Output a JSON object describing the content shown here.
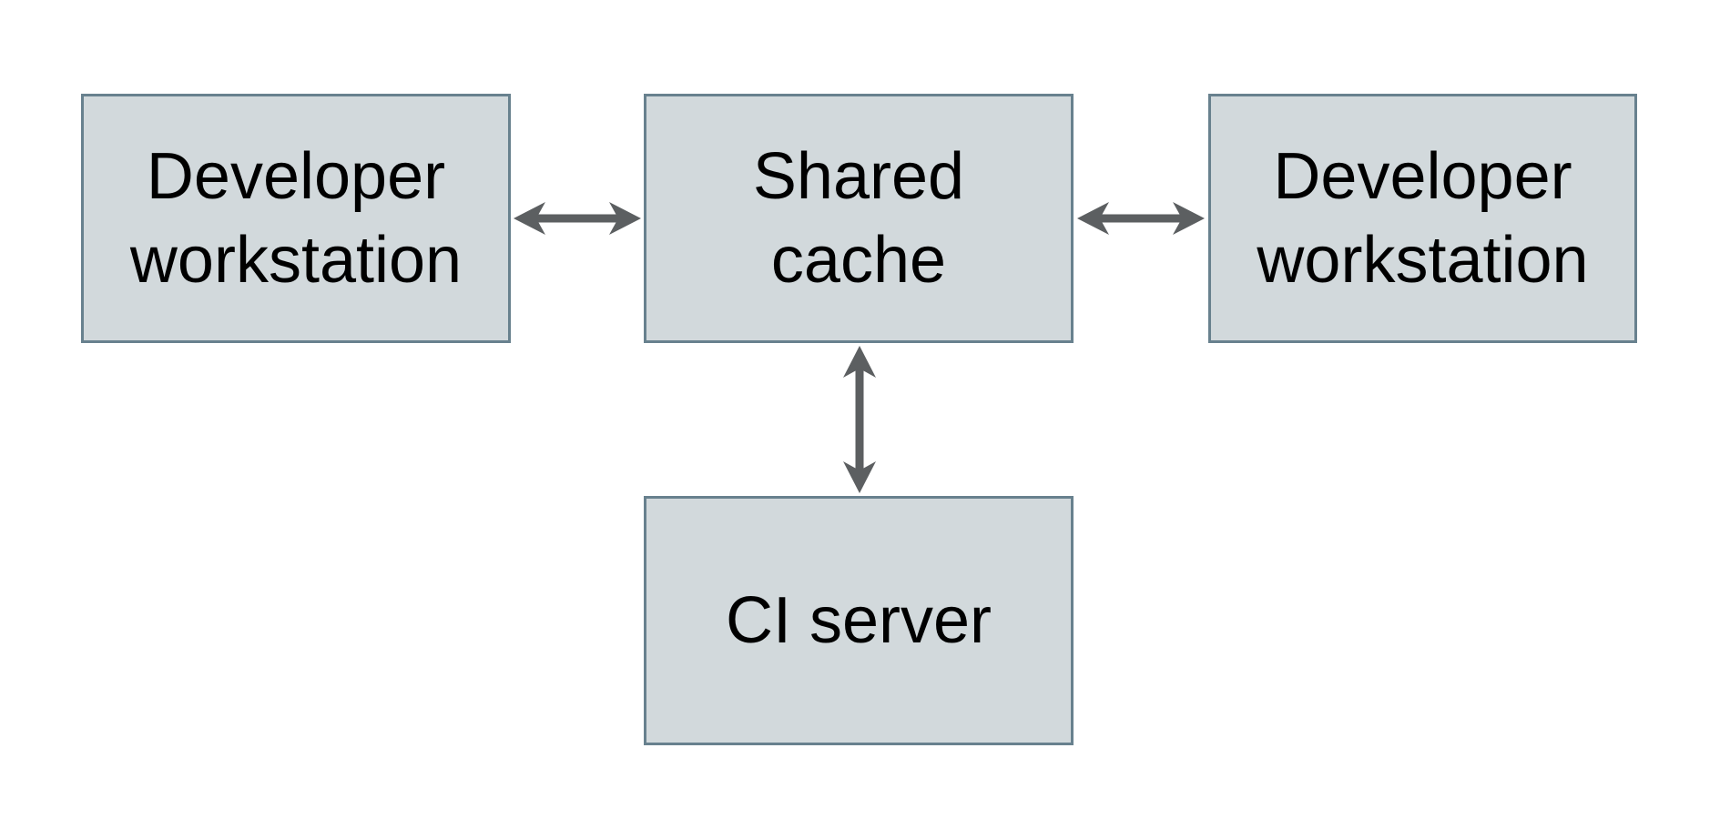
{
  "diagram": {
    "type": "architecture-diagram",
    "background": "#ffffff",
    "nodes": [
      {
        "id": "developer-workstation-left",
        "label": "Developer\nworkstation",
        "shape": "rectangle"
      },
      {
        "id": "shared-cache",
        "label": "Shared\ncache",
        "shape": "rectangle"
      },
      {
        "id": "developer-workstation-right",
        "label": "Developer\nworkstation",
        "shape": "rectangle"
      },
      {
        "id": "ci-server",
        "label": "CI server",
        "shape": "rectangle"
      }
    ],
    "edges": [
      {
        "from": "developer-workstation-left",
        "to": "shared-cache",
        "direction": "bidirectional",
        "orientation": "horizontal"
      },
      {
        "from": "shared-cache",
        "to": "developer-workstation-right",
        "direction": "bidirectional",
        "orientation": "horizontal"
      },
      {
        "from": "shared-cache",
        "to": "ci-server",
        "direction": "bidirectional",
        "orientation": "vertical"
      }
    ],
    "colors": {
      "node_fill": "#d2d9dc",
      "node_border": "#68818e",
      "arrow": "#5c5f61",
      "text": "#000000",
      "background": "#ffffff"
    }
  }
}
